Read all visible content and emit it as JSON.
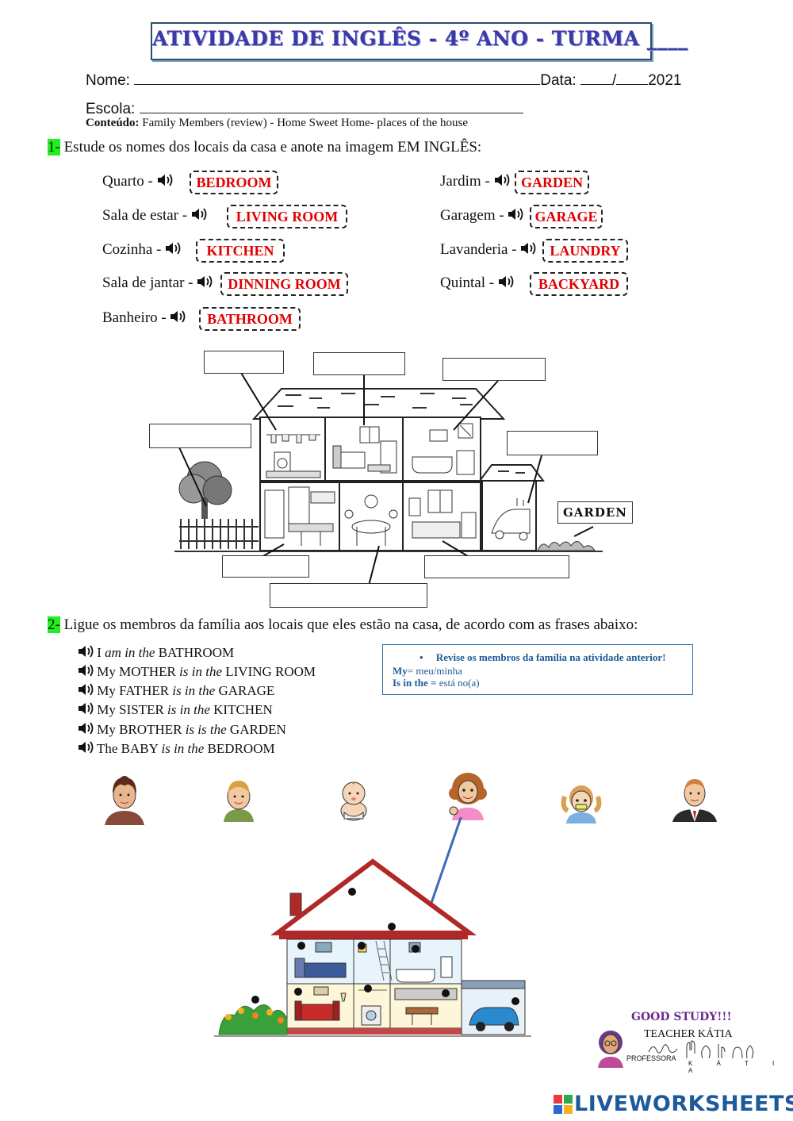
{
  "title": "ATIVIDADE DE INGLÊS - 4º ANO - TURMA ____",
  "header": {
    "name_label": "Nome:",
    "date_label": "Data:",
    "date_sep": "/",
    "year": "2021",
    "school_label": "Escola:",
    "content_label": "Conteúdo:",
    "content_text": "Family Members (review) - Home Sweet Home- places of the house"
  },
  "question1": {
    "number": "1-",
    "text": "Estude os nomes dos locais da casa e anote na imagem EM INGLÊS:"
  },
  "vocab": [
    {
      "pt": "Quarto -",
      "en": "BEDROOM"
    },
    {
      "pt": "Sala de estar -",
      "en": "LIVING ROOM"
    },
    {
      "pt": "Cozinha -",
      "en": "KITCHEN"
    },
    {
      "pt": "Sala de jantar -",
      "en": "DINNING ROOM"
    },
    {
      "pt": "Banheiro -",
      "en": "BATHROOM"
    },
    {
      "pt": "Jardim -",
      "en": "GARDEN"
    },
    {
      "pt": "Garagem -",
      "en": "GARAGE"
    },
    {
      "pt": "Lavanderia -",
      "en": "LAUNDRY"
    },
    {
      "pt": "Quintal -",
      "en": "BACKYARD"
    }
  ],
  "house_diagram": {
    "garden_label": "GARDEN"
  },
  "question2": {
    "number": "2-",
    "text": "Ligue os membros da família aos locais que eles estão na casa, de acordo com as frases abaixo:"
  },
  "sentences": [
    {
      "a": "I ",
      "b": "am in the",
      "c": " BATHROOM"
    },
    {
      "a": "My MOTHER ",
      "b": "is in the",
      "c": " LIVING ROOM"
    },
    {
      "a": "My FATHER ",
      "b": "is in the",
      "c": " GARAGE"
    },
    {
      "a": "My SISTER ",
      "b": "is in the",
      "c": " KITCHEN"
    },
    {
      "a": "My BROTHER ",
      "b": "is is the",
      "c": " GARDEN"
    },
    {
      "a": "The BABY ",
      "b": "is in the",
      "c": " BEDROOM"
    }
  ],
  "tip": {
    "bullet": "Revise os membros da família na atividade anterior!",
    "line1_bold": "My",
    "line1": "= meu/minha",
    "line2_bold": "Is in the =",
    "line2": " está no(a)"
  },
  "footer": {
    "good_study": "GOOD STUDY!!!",
    "teacher": "TEACHER KÁTIA",
    "professora": "PROFESSORA",
    "katia_letters": "K Á T I A",
    "brand": "LIVEWORKSHEETS"
  },
  "colors": {
    "answer_red": "#e00000",
    "title_blue": "#3a3aa8",
    "highlight_green": "#22ee22",
    "tip_blue": "#1e5a96",
    "brand_blue": "#1d5a9a"
  }
}
